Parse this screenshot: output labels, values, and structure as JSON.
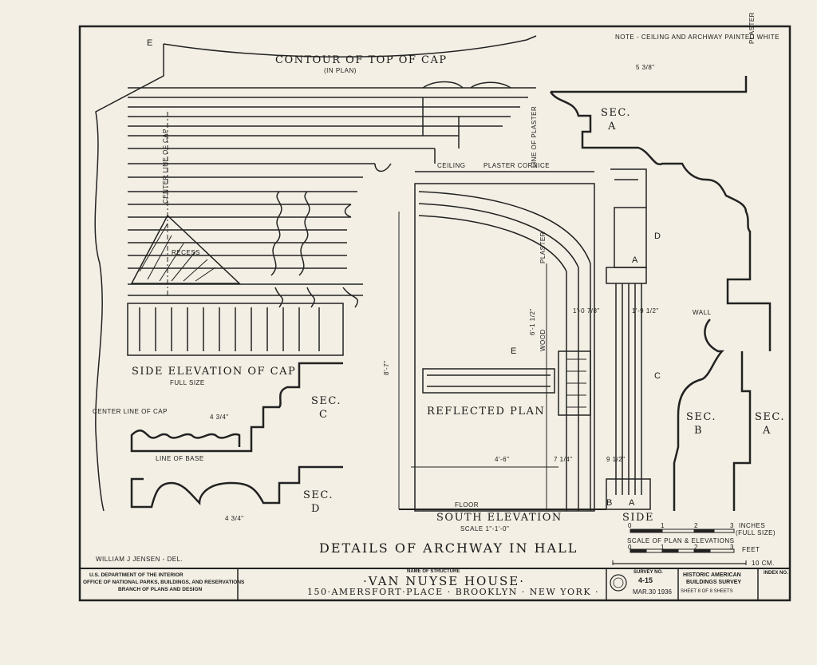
{
  "notes": {
    "ceiling_note": "NOTE - CEILING AND ARCHWAY PAINTED WHITE",
    "plaster": "PLASTER",
    "line_of_plaster": "LINE OF PLASTER",
    "e_mark": "E"
  },
  "cap": {
    "contour_title": "CONTOUR OF TOP OF CAP",
    "contour_sub": "(IN PLAN)",
    "center_line": "CENTER LINE OF CAP",
    "recess": "RECESS",
    "side_elev_title": "SIDE ELEVATION OF CAP",
    "side_elev_sub": "FULL SIZE"
  },
  "sections": {
    "sec_c_label": "SEC.",
    "sec_c_letter": "C",
    "sec_c_center": "CENTER LINE OF CAP",
    "sec_c_dim": "4 3/4\"",
    "line_of_base": "LINE OF BASE",
    "sec_d_label": "SEC.",
    "sec_d_letter": "D",
    "sec_d_dim": "4 3/4\"",
    "sec_a_top_label": "SEC.",
    "sec_a_top_letter": "A",
    "sec_a_dim_top": "5 3/8\"",
    "sec_b_label": "SEC.",
    "sec_b_letter": "B",
    "sec_a_right_label": "SEC.",
    "sec_a_right_letter": "A",
    "wall": "WALL"
  },
  "south": {
    "ceiling": "CEILING",
    "plaster_cornice": "PLASTER CORNICE",
    "plaster_vert": "PLASTER",
    "wood": "WOOD",
    "reflected_plan": "REFLECTED PLAN",
    "floor": "FLOOR",
    "title": "SOUTH ELEVATION",
    "scale": "SCALE 1\"-1'-0\"",
    "dim_width": "4'-6\"",
    "dim_height": "8'-7\"",
    "dim_inner": "6'-1 1/2\"",
    "dim_side": "7 1/4\"",
    "dim_a": "1'-0 7/8\"",
    "dim_b": "1'-9 1/2\"",
    "dim_9": "9 1/2\"",
    "e_label": "E",
    "c_label": "C",
    "d_label": "D",
    "a_label": "A",
    "b_bottom": "B",
    "a_bottom": "A",
    "side_title": "SIDE"
  },
  "scales": {
    "inch_labels": [
      "0",
      "1",
      "2",
      "3"
    ],
    "inch_unit": "INCHES",
    "inch_note": "(FULL SIZE)",
    "plan_title": "SCALE OF PLAN & ELEVATIONS",
    "feet_labels": [
      "0",
      "1",
      "2",
      "3"
    ],
    "feet_unit": "FEET",
    "cm": "10 CM."
  },
  "drawing_title": "DETAILS OF ARCHWAY IN HALL",
  "delineator": "WILLIAM J JENSEN - DEL.",
  "title_block": {
    "agency_1": "U.S. DEPARTMENT OF THE INTERIOR",
    "agency_2": "OFFICE OF NATIONAL PARKS, BUILDINGS, AND RESERVATIONS",
    "agency_3": "BRANCH OF PLANS AND DESIGN",
    "name_label": "NAME OF STRUCTURE",
    "structure": "·VAN NUYSE HOUSE·",
    "address": "150·AMERSFORT·PLACE · BROOKLYN · NEW YORK ·",
    "survey_label": "SURVEY NO.",
    "survey_no": "4-15",
    "date": "MAR.30 1936",
    "habs_1": "HISTORIC AMERICAN",
    "habs_2": "BUILDINGS SURVEY",
    "sheet": "SHEET 8 OF 8 SHEETS",
    "index_label": "INDEX NO."
  },
  "colors": {
    "paper": "#f3efe4",
    "ink": "#1a1a1a"
  }
}
